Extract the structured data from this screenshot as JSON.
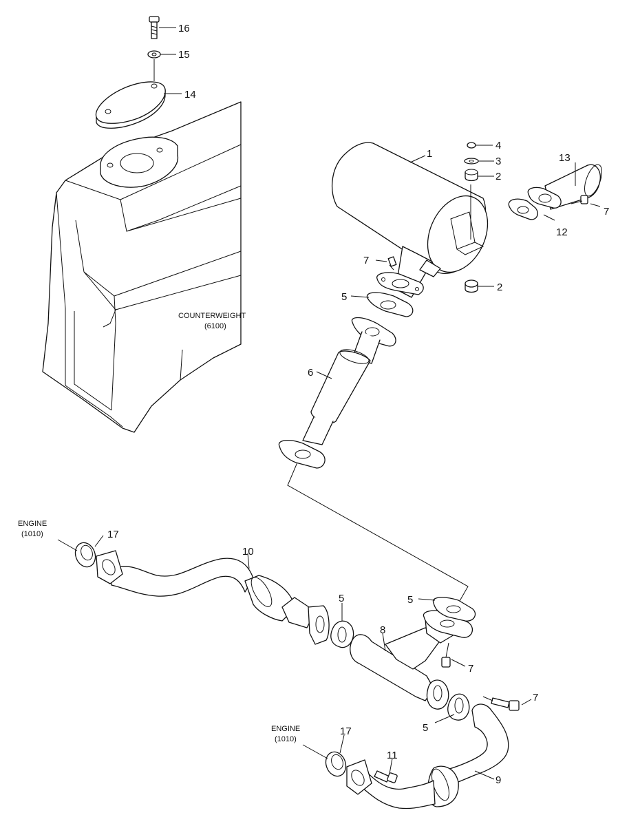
{
  "labels": {
    "counterweight": "COUNTERWEIGHT",
    "counterweight_ref": "(6100)",
    "engine_upper": "ENGINE",
    "engine_upper_ref": "(1010)",
    "engine_lower": "ENGINE",
    "engine_lower_ref": "(1010)"
  },
  "callouts": {
    "c1": "1",
    "c2a": "2",
    "c2b": "2",
    "c3": "3",
    "c4": "4",
    "c5a": "5",
    "c5b": "5",
    "c5c": "5",
    "c5d": "5",
    "c6": "6",
    "c7a": "7",
    "c7b": "7",
    "c7c": "7",
    "c7d": "7",
    "c8": "8",
    "c9": "9",
    "c10": "10",
    "c11": "11",
    "c12": "12",
    "c13": "13",
    "c14": "14",
    "c15": "15",
    "c16": "16",
    "c17a": "17",
    "c17b": "17"
  }
}
